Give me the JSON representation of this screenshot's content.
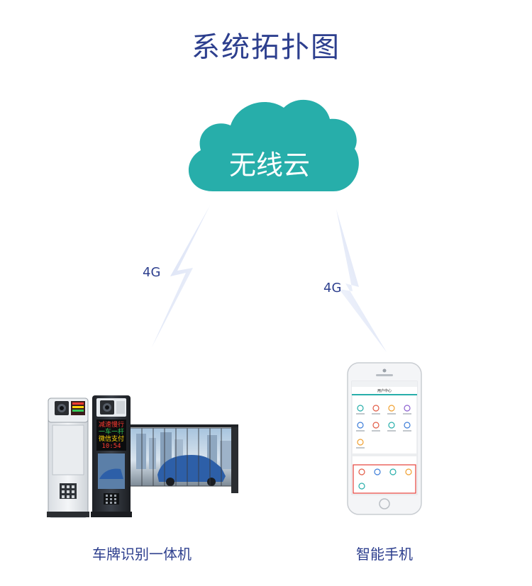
{
  "title": "系统拓扑图",
  "cloud": {
    "label": "无线云",
    "color": "#27aeaa"
  },
  "links": [
    {
      "label": "4G"
    },
    {
      "label": "4G"
    }
  ],
  "devices": {
    "camera_unit": {
      "label": "车牌识别一体机",
      "led_lines": [
        "减速慢行",
        "一车一杆",
        "微信支付",
        "10:54"
      ]
    },
    "phone": {
      "label": "智能手机",
      "screen_title": "用户中心"
    }
  },
  "colors": {
    "text": "#2d3f8e",
    "bolt": "#d5dcf2",
    "cloud": "#27aeaa"
  }
}
